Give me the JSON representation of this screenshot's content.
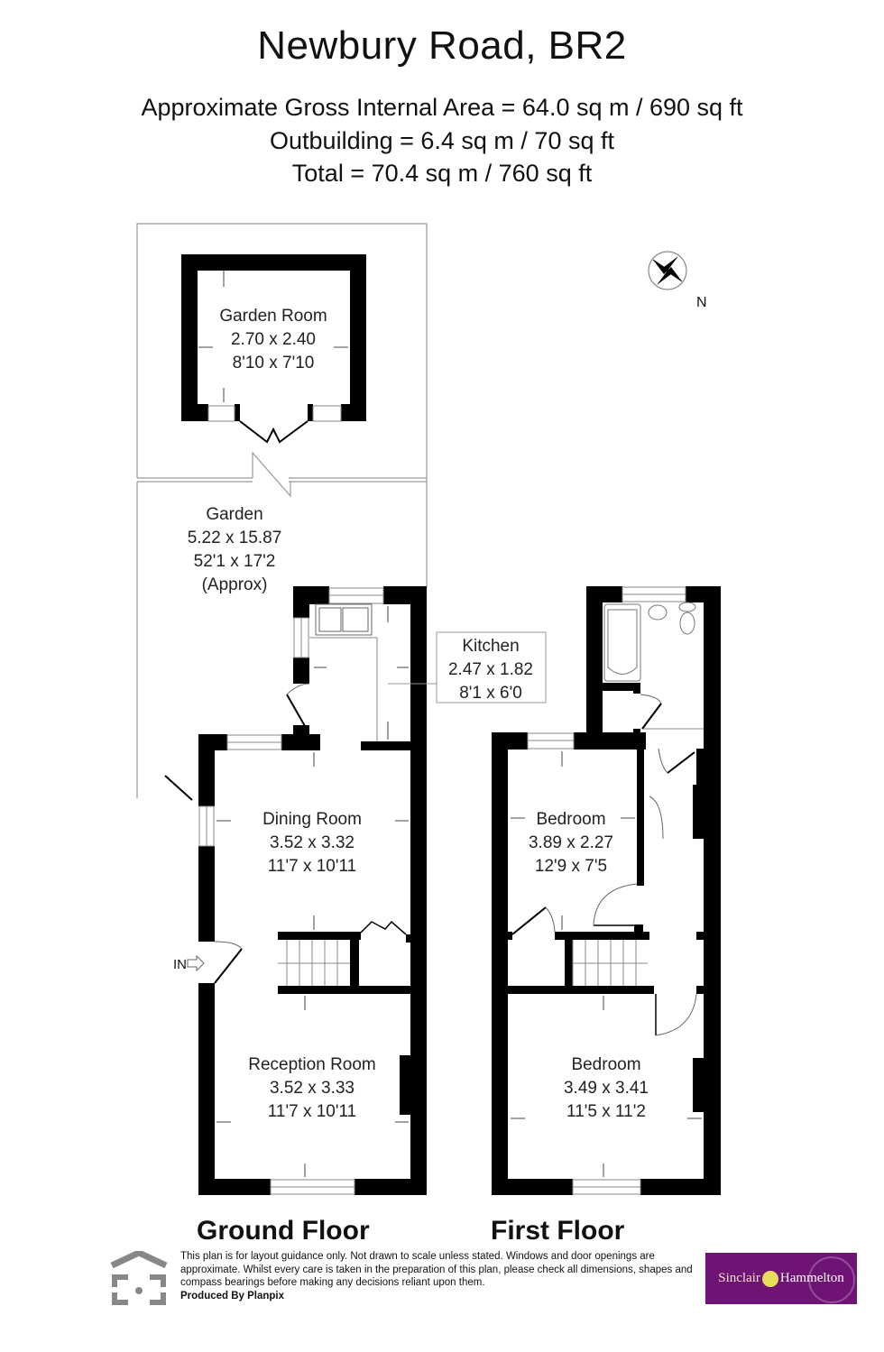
{
  "header": {
    "title": "Newbury Road, BR2",
    "area_lines": [
      "Approximate Gross Internal Area = 64.0 sq m / 690 sq ft",
      "Outbuilding = 6.4 sq m / 70 sq ft",
      "Total = 70.4 sq m / 760 sq ft"
    ]
  },
  "compass": {
    "label": "N"
  },
  "rooms": {
    "garden_room": {
      "name": "Garden Room",
      "metric": "2.70 x 2.40",
      "imperial": "8'10 x 7'10"
    },
    "garden": {
      "name": "Garden",
      "metric": "5.22 x 15.87",
      "imperial": "52'1 x 17'2",
      "note": "(Approx)"
    },
    "kitchen": {
      "name": "Kitchen",
      "metric": "2.47 x 1.82",
      "imperial": "8'1 x 6'0"
    },
    "dining_room": {
      "name": "Dining Room",
      "metric": "3.52 x 3.32",
      "imperial": "11'7 x 10'11"
    },
    "reception_room": {
      "name": "Reception Room",
      "metric": "3.52 x 3.33",
      "imperial": "11'7 x 10'11"
    },
    "bedroom_1": {
      "name": "Bedroom",
      "metric": "3.89 x 2.27",
      "imperial": "12'9 x 7'5"
    },
    "bedroom_2": {
      "name": "Bedroom",
      "metric": "3.49 x 3.41",
      "imperial": "11'5 x 11'2"
    }
  },
  "entrance_label": "IN",
  "floors": {
    "ground": "Ground Floor",
    "first": "First Floor"
  },
  "footer": {
    "disclaimer": "This plan is for layout guidance only. Not drawn to scale unless stated. Windows and door openings are approximate. Whilst every care is taken in the preparation of this plan, please check all dimensions, shapes and compass bearings before making any decisions reliant upon them.",
    "produced_by": "Produced By Planpix",
    "agent_logo": {
      "left": "Sinclair",
      "right": "Hammelton",
      "bg_color": "#6f1474"
    }
  }
}
